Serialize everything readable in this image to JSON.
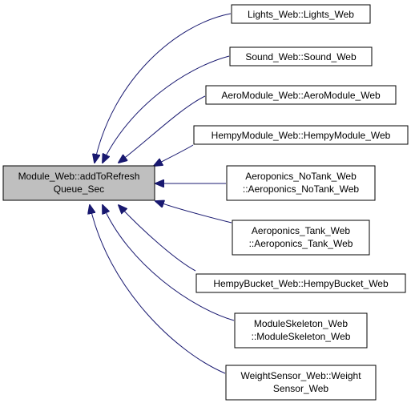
{
  "colors": {
    "edge": "#191970",
    "node_border": "#000000",
    "node_fill": "#ffffff",
    "target_fill": "#bfbfbf"
  },
  "target": {
    "name": "target-node",
    "lines": [
      "Module_Web::addToRefresh",
      "Queue_Sec"
    ]
  },
  "callers": [
    {
      "name": "node-lights-web",
      "lines": [
        "Lights_Web::Lights_Web"
      ]
    },
    {
      "name": "node-sound-web",
      "lines": [
        "Sound_Web::Sound_Web"
      ]
    },
    {
      "name": "node-aeromodule-web",
      "lines": [
        "AeroModule_Web::AeroModule_Web"
      ]
    },
    {
      "name": "node-hempymodule-web",
      "lines": [
        "HempyModule_Web::HempyModule_Web"
      ]
    },
    {
      "name": "node-aeroponics-notank-web",
      "lines": [
        "Aeroponics_NoTank_Web",
        "::Aeroponics_NoTank_Web"
      ]
    },
    {
      "name": "node-aeroponics-tank-web",
      "lines": [
        "Aeroponics_Tank_Web",
        "::Aeroponics_Tank_Web"
      ]
    },
    {
      "name": "node-hempybucket-web",
      "lines": [
        "HempyBucket_Web::HempyBucket_Web"
      ]
    },
    {
      "name": "node-moduleskeleton-web",
      "lines": [
        "ModuleSkeleton_Web",
        "::ModuleSkeleton_Web"
      ]
    },
    {
      "name": "node-weightsensor-web",
      "lines": [
        "WeightSensor_Web::Weight",
        "Sensor_Web"
      ]
    }
  ]
}
